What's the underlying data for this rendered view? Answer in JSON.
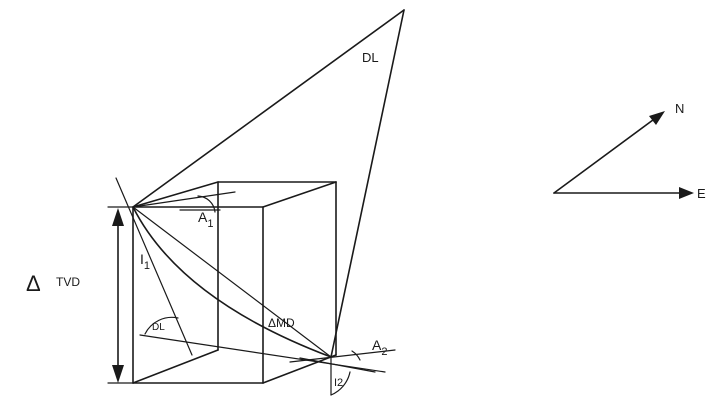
{
  "labels": {
    "dl_top": "DL",
    "delta_tvd_symbol": "Δ",
    "tvd": "TVD",
    "i1_letter": "I",
    "i1_sub": "1",
    "a1_letter": "A",
    "a1_sub": "1",
    "dl_angle": "DL",
    "delta_md": "ΔMD",
    "a2_letter": "A",
    "a2_sub": "2",
    "i2": "I2"
  },
  "compass": {
    "north": "N",
    "east": "E"
  }
}
